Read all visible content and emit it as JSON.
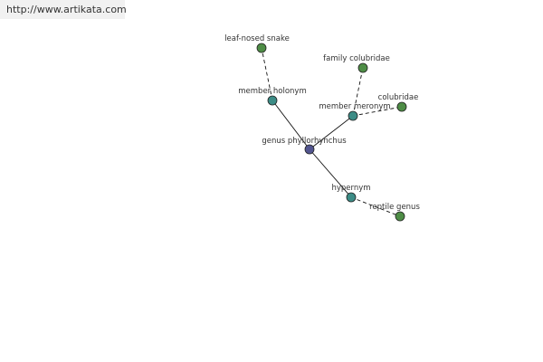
{
  "banner": {
    "url": "http://www.artikata.com"
  },
  "graph": {
    "center": {
      "label": "genus phyllorhynchus"
    },
    "relations": {
      "member_holonym": {
        "label": "member holonym"
      },
      "member_meronym": {
        "label": "member meronym"
      },
      "hypernym": {
        "label": "hypernym"
      }
    },
    "terms": {
      "leaf_nosed_snake": {
        "label": "leaf-nosed snake"
      },
      "family_colubridae": {
        "label": "family colubridae"
      },
      "colubridae": {
        "label": "colubridae"
      },
      "reptile_genus": {
        "label": "reptile genus"
      }
    },
    "colors": {
      "center_node": "#52558f",
      "relation_node": "#3c8c86",
      "term_node": "#4e8d46"
    }
  }
}
